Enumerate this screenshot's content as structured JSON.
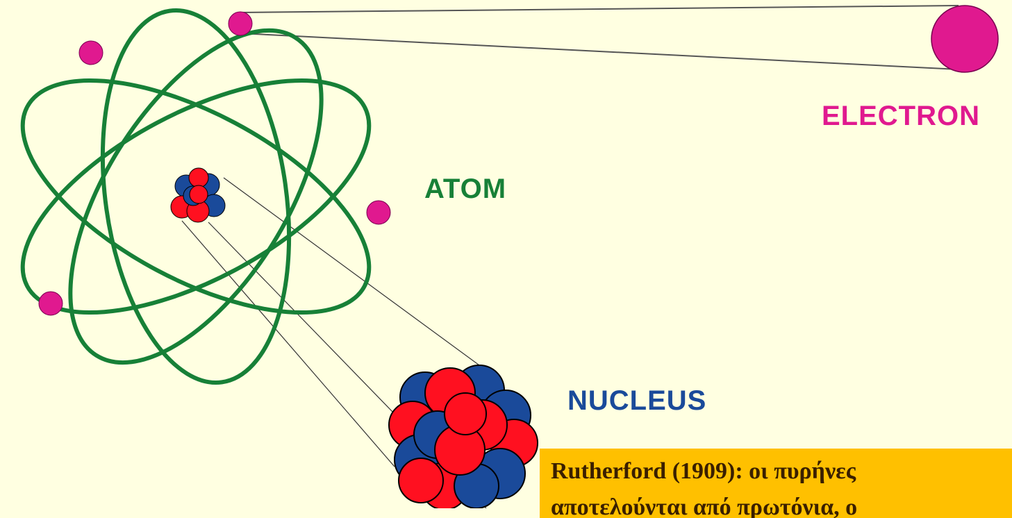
{
  "labels": {
    "electron": "ELECTRON",
    "atom": "ATOM",
    "nucleus": "NUCLEUS"
  },
  "caption": {
    "line1": "Rutherford  (1909): οι πυρήνες",
    "line2": "αποτελούνται από πρωτόνια, ο"
  },
  "colors": {
    "background": "#ffffe1",
    "orbit": "#178037",
    "electron": "#e0198f",
    "proton": "#ff1020",
    "neutron": "#1a4a9a",
    "caption_background": "#ffc000"
  }
}
